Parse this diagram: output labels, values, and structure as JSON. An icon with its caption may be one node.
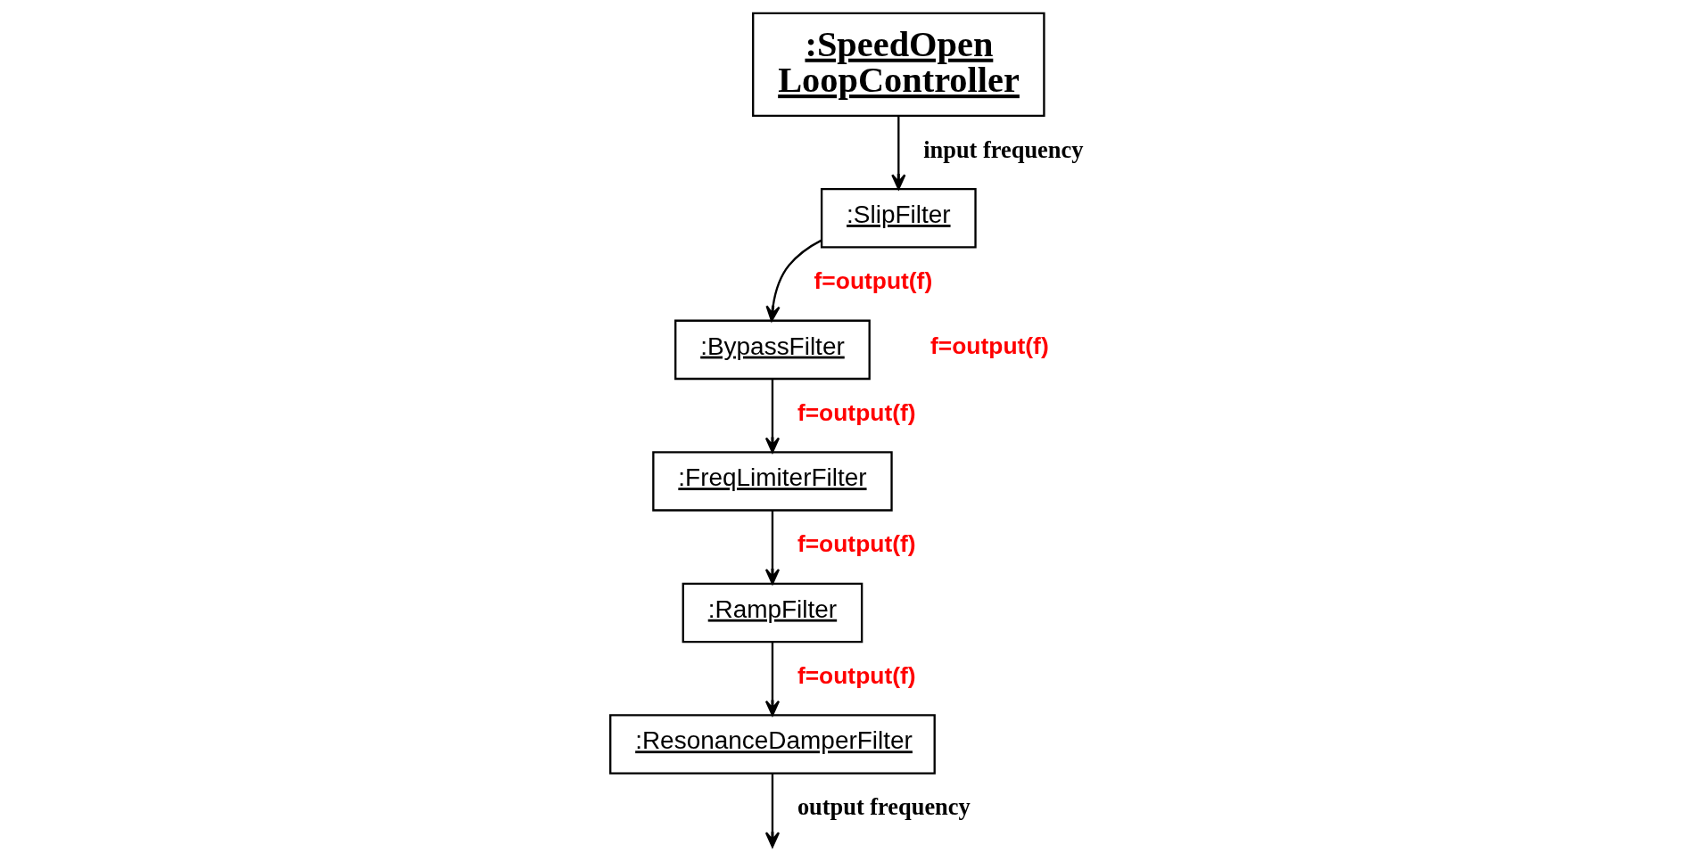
{
  "diagram": {
    "nodes": [
      {
        "text": [
          ":SpeedOpen LoopController"
        ]
      },
      {
        "text": [
          ":SlipFilter"
        ]
      },
      {
        "text": [
          ":BypassFilter"
        ]
      },
      {
        "text": [
          ":FreqLimiterFilter"
        ]
      },
      {
        "text": [
          ":RampFilter"
        ]
      },
      {
        "text": [
          ":ResonanceDamperFilter"
        ]
      }
    ],
    "edges": [
      {
        "from": 0,
        "to": 1,
        "arrow": "to",
        "label": "input frequency"
      },
      {
        "from": 1,
        "to": 2,
        "arrow": "to",
        "label": "f=output(f)"
      },
      {
        "from": 2,
        "to": 3,
        "arrow": "to",
        "label": "f=output(f)"
      },
      {
        "from": 3,
        "to": 4,
        "arrow": "to",
        "label": "f=output(f)"
      },
      {
        "from": 4,
        "to": 5,
        "arrow": "to",
        "label": "f=output(f)"
      },
      {
        "from": 5,
        "to": null,
        "arrow": "to",
        "label": "output frequency"
      }
    ],
    "labels": [
      "f=output(f)"
    ]
  }
}
